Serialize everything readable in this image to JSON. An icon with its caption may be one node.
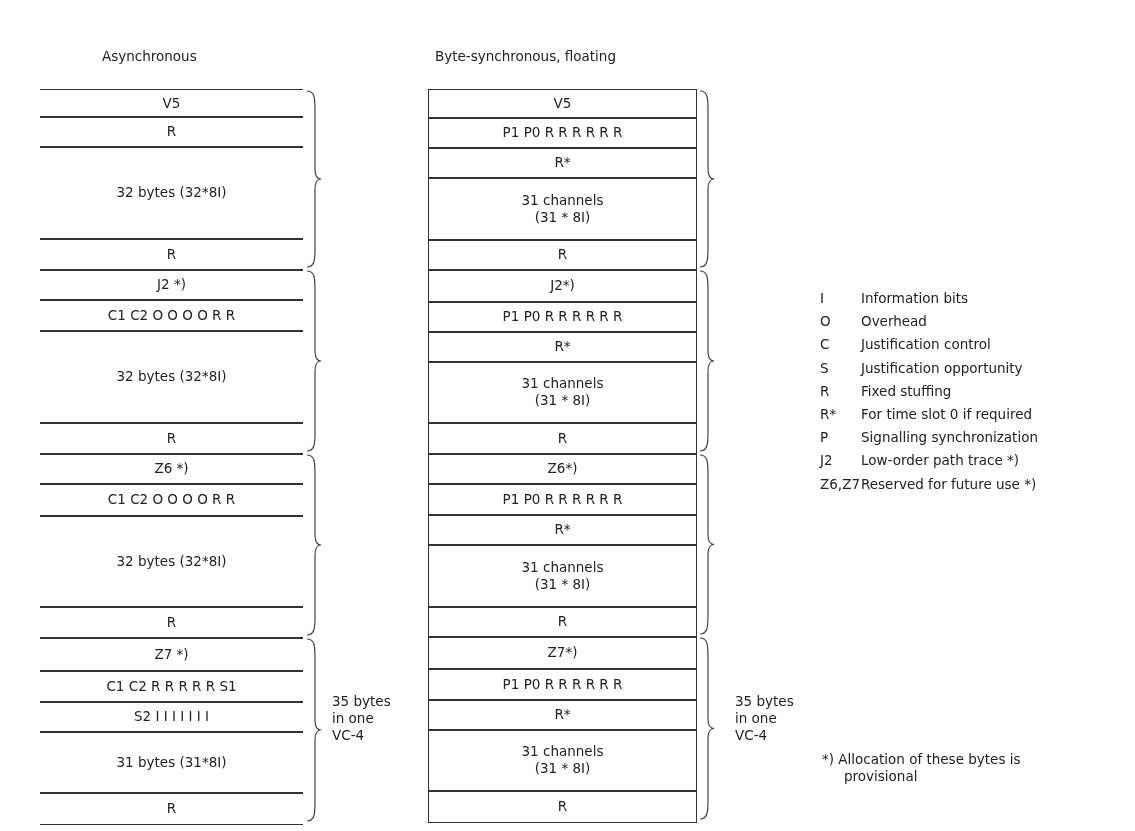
{
  "diagram": {
    "nodes": [
      {
        "text": [
          "V5"
        ]
      },
      {
        "text": [
          "R"
        ]
      },
      {
        "text": [
          "32 bytes (32*8I)"
        ]
      },
      {
        "text": [
          "R"
        ]
      },
      {
        "text": [
          "J2 *)"
        ]
      },
      {
        "text": [
          "C1 C2 O O O O R R"
        ]
      },
      {
        "text": [
          "32 bytes (32*8I)"
        ]
      },
      {
        "text": [
          "R"
        ]
      },
      {
        "text": [
          "Z6 *)"
        ]
      },
      {
        "text": [
          "C1 C2 O O O O R R"
        ]
      },
      {
        "text": [
          "32 bytes (32*8I)"
        ]
      },
      {
        "text": [
          "R"
        ]
      },
      {
        "text": [
          "Z7 *)"
        ]
      },
      {
        "text": [
          "C1 C2 R R R R R S1"
        ]
      },
      {
        "text": [
          "S2 I I I I I I I"
        ]
      },
      {
        "text": [
          "31 bytes (31*8I)"
        ]
      },
      {
        "text": [
          "R"
        ]
      },
      {
        "text": [
          "V5"
        ]
      },
      {
        "text": [
          "P1 P0 R R R R R R"
        ]
      },
      {
        "text": [
          "R*"
        ]
      },
      {
        "text": [
          "31 channels (31 * 8I)"
        ]
      },
      {
        "text": [
          "R"
        ]
      },
      {
        "text": [
          "J2*)"
        ]
      },
      {
        "text": [
          "P1 P0 R R R R R R"
        ]
      },
      {
        "text": [
          "R*"
        ]
      },
      {
        "text": [
          "31 channels (31 * 8I)"
        ]
      },
      {
        "text": [
          "R"
        ]
      },
      {
        "text": [
          "Z6*)"
        ]
      },
      {
        "text": [
          "P1 P0 R R R R R R"
        ]
      },
      {
        "text": [
          "R*"
        ]
      },
      {
        "text": [
          "31 channels (31 * 8I)"
        ]
      },
      {
        "text": [
          "R"
        ]
      },
      {
        "text": [
          "Z7*)"
        ]
      },
      {
        "text": [
          "P1 P0 R R R R R R"
        ]
      },
      {
        "text": [
          "R*"
        ]
      },
      {
        "text": [
          "31 channels (31 * 8I)"
        ]
      },
      {
        "text": [
          "R"
        ]
      }
    ],
    "labels": [
      "Asynchronous",
      "Byte-synchronous, floating",
      "I",
      "Information bits",
      "O",
      "Overhead",
      "C",
      "Justification control",
      "S",
      "Justification opportunity",
      "R",
      "Fixed stuffing",
      "R*",
      "For time slot 0 if required",
      "P",
      "Signalling synchronization",
      "J2",
      "Low-order path trace *)",
      "Z6,Z7",
      "Reserved for future use *)",
      "35 bytes in one VC-4",
      "35 bytes in one VC-4",
      "*) Allocation of these bytes is provisional"
    ]
  }
}
